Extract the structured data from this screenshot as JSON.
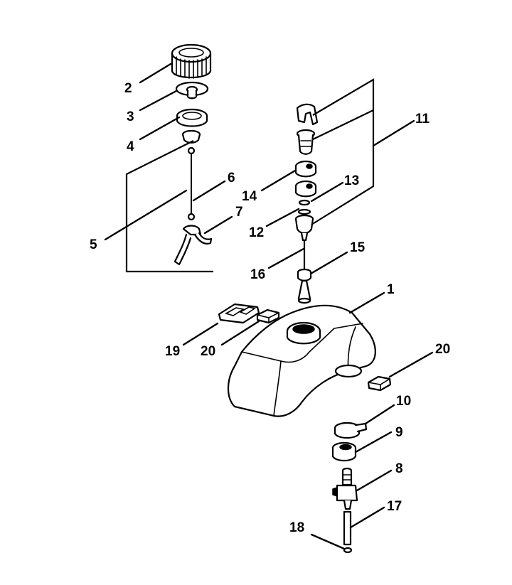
{
  "diagram": {
    "colors": {
      "line": "#000000",
      "background": "#ffffff"
    },
    "callouts": {
      "c1": "1",
      "c2": "2",
      "c3": "3",
      "c4": "4",
      "c5": "5",
      "c6": "6",
      "c7": "7",
      "c8": "8",
      "c9": "9",
      "c10": "10",
      "c11": "11",
      "c12": "12",
      "c13": "13",
      "c14": "14",
      "c15": "15",
      "c16": "16",
      "c17": "17",
      "c18": "18",
      "c19": "19",
      "c20a": "20",
      "c20b": "20"
    }
  }
}
